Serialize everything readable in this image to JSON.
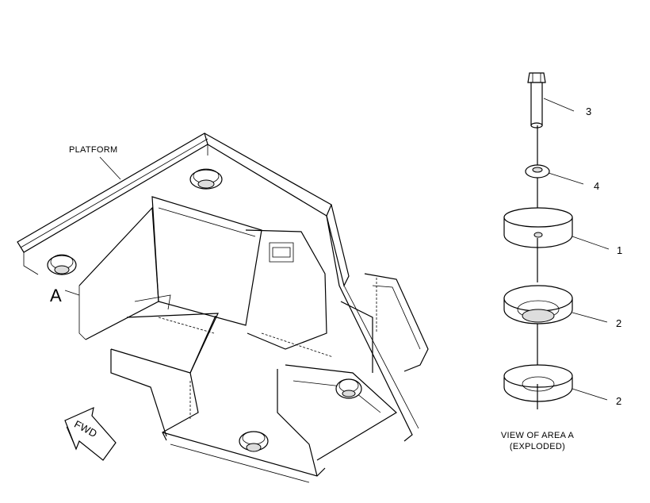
{
  "labels": {
    "platform": "PLATFORM",
    "area_marker": "A",
    "fwd": "FWD",
    "view_line1": "VIEW OF AREA  A",
    "view_line2": "(EXPLODED)"
  },
  "callouts": [
    {
      "number": "3",
      "part": "bolt"
    },
    {
      "number": "4",
      "part": "washer"
    },
    {
      "number": "1",
      "part": "isolator-mount-upper"
    },
    {
      "number": "2",
      "part": "isolator-mount-middle"
    },
    {
      "number": "2",
      "part": "isolator-mount-lower"
    }
  ]
}
